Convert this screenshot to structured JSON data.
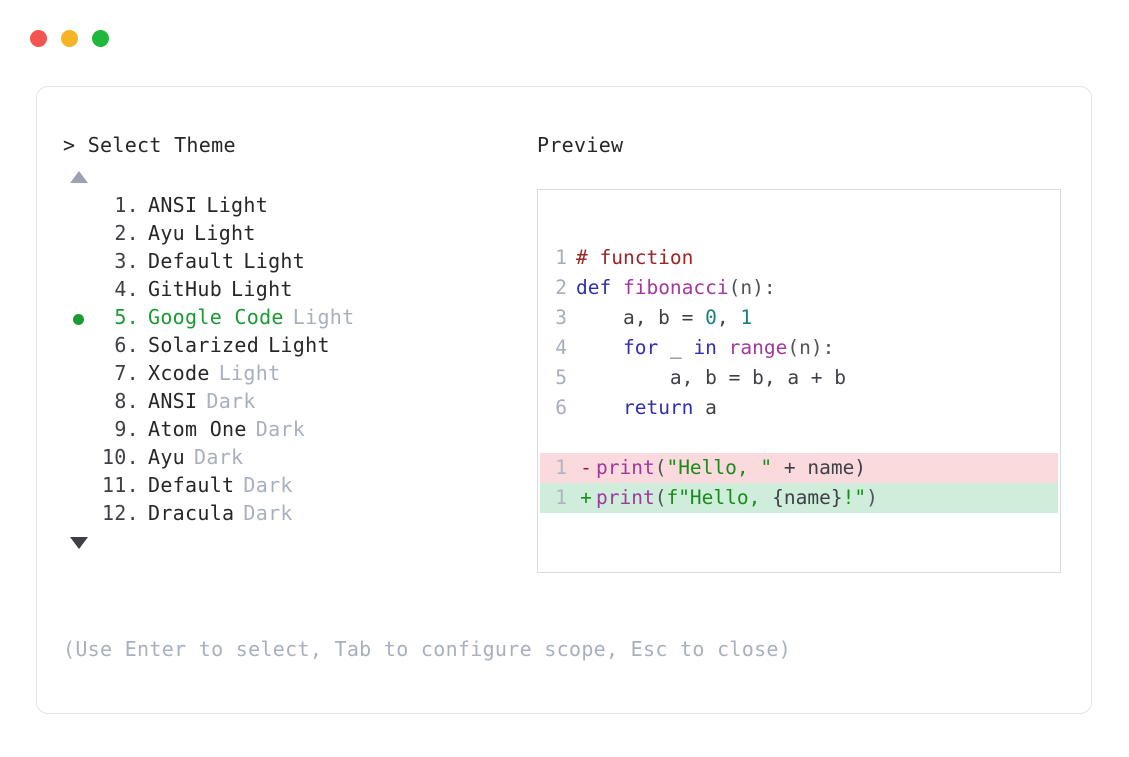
{
  "window": {
    "traffic_lights": [
      {
        "name": "close",
        "color": "#f4544f"
      },
      {
        "name": "minimize",
        "color": "#f5b325"
      },
      {
        "name": "maximize",
        "color": "#20b83c"
      }
    ]
  },
  "prompt": {
    "marker": ">",
    "title": "Select Theme"
  },
  "scroll": {
    "up_icon": "triangle-up",
    "down_icon": "triangle-down",
    "up_active": false,
    "down_active": true
  },
  "themes": [
    {
      "index": "1.",
      "name": "ANSI",
      "variant": "Light",
      "variant_muted": false,
      "selected": false
    },
    {
      "index": "2.",
      "name": "Ayu",
      "variant": "Light",
      "variant_muted": false,
      "selected": false
    },
    {
      "index": "3.",
      "name": "Default",
      "variant": "Light",
      "variant_muted": false,
      "selected": false
    },
    {
      "index": "4.",
      "name": "GitHub",
      "variant": "Light",
      "variant_muted": false,
      "selected": false
    },
    {
      "index": "5.",
      "name": "Google Code",
      "variant": "Light",
      "variant_muted": true,
      "selected": true
    },
    {
      "index": "6.",
      "name": "Solarized",
      "variant": "Light",
      "variant_muted": false,
      "selected": false
    },
    {
      "index": "7.",
      "name": "Xcode",
      "variant": "Light",
      "variant_muted": true,
      "selected": false
    },
    {
      "index": "8.",
      "name": "ANSI",
      "variant": "Dark",
      "variant_muted": true,
      "selected": false
    },
    {
      "index": "9.",
      "name": "Atom One",
      "variant": "Dark",
      "variant_muted": true,
      "selected": false
    },
    {
      "index": "10.",
      "name": "Ayu",
      "variant": "Dark",
      "variant_muted": true,
      "selected": false
    },
    {
      "index": "11.",
      "name": "Default",
      "variant": "Dark",
      "variant_muted": true,
      "selected": false
    },
    {
      "index": "12.",
      "name": "Dracula",
      "variant": "Dark",
      "variant_muted": true,
      "selected": false
    }
  ],
  "preview": {
    "title": "Preview",
    "code_lines": [
      {
        "num": "1",
        "tokens": [
          {
            "t": "# function",
            "c": "comment"
          }
        ]
      },
      {
        "num": "2",
        "tokens": [
          {
            "t": "def ",
            "c": "kw"
          },
          {
            "t": "fibonacci",
            "c": "fn"
          },
          {
            "t": "(n):",
            "c": "punc"
          }
        ]
      },
      {
        "num": "3",
        "tokens": [
          {
            "t": "    a, b = ",
            "c": "plain"
          },
          {
            "t": "0",
            "c": "num"
          },
          {
            "t": ", ",
            "c": "plain"
          },
          {
            "t": "1",
            "c": "num"
          }
        ]
      },
      {
        "num": "4",
        "tokens": [
          {
            "t": "    ",
            "c": "plain"
          },
          {
            "t": "for",
            "c": "kw"
          },
          {
            "t": " _ ",
            "c": "plain"
          },
          {
            "t": "in",
            "c": "kw"
          },
          {
            "t": " ",
            "c": "plain"
          },
          {
            "t": "range",
            "c": "fn"
          },
          {
            "t": "(n):",
            "c": "punc"
          }
        ]
      },
      {
        "num": "5",
        "tokens": [
          {
            "t": "        a, b = b, a + b",
            "c": "plain"
          }
        ]
      },
      {
        "num": "6",
        "tokens": [
          {
            "t": "    ",
            "c": "plain"
          },
          {
            "t": "return",
            "c": "kw"
          },
          {
            "t": " a",
            "c": "plain"
          }
        ]
      }
    ],
    "diff_lines": [
      {
        "num": "1",
        "sign": "-",
        "kind": "del",
        "tokens": [
          {
            "t": "print",
            "c": "fn"
          },
          {
            "t": "(",
            "c": "punc"
          },
          {
            "t": "\"Hello, \"",
            "c": "str"
          },
          {
            "t": " + name)",
            "c": "plain"
          }
        ]
      },
      {
        "num": "1",
        "sign": "+",
        "kind": "add",
        "tokens": [
          {
            "t": "print",
            "c": "fn"
          },
          {
            "t": "(",
            "c": "punc"
          },
          {
            "t": "f\"Hello, ",
            "c": "str"
          },
          {
            "t": "{name}",
            "c": "plain"
          },
          {
            "t": "!\"",
            "c": "str"
          },
          {
            "t": ")",
            "c": "punc"
          }
        ]
      }
    ]
  },
  "footer": {
    "hint": "(Use Enter to select, Tab to configure scope, Esc to close)"
  }
}
